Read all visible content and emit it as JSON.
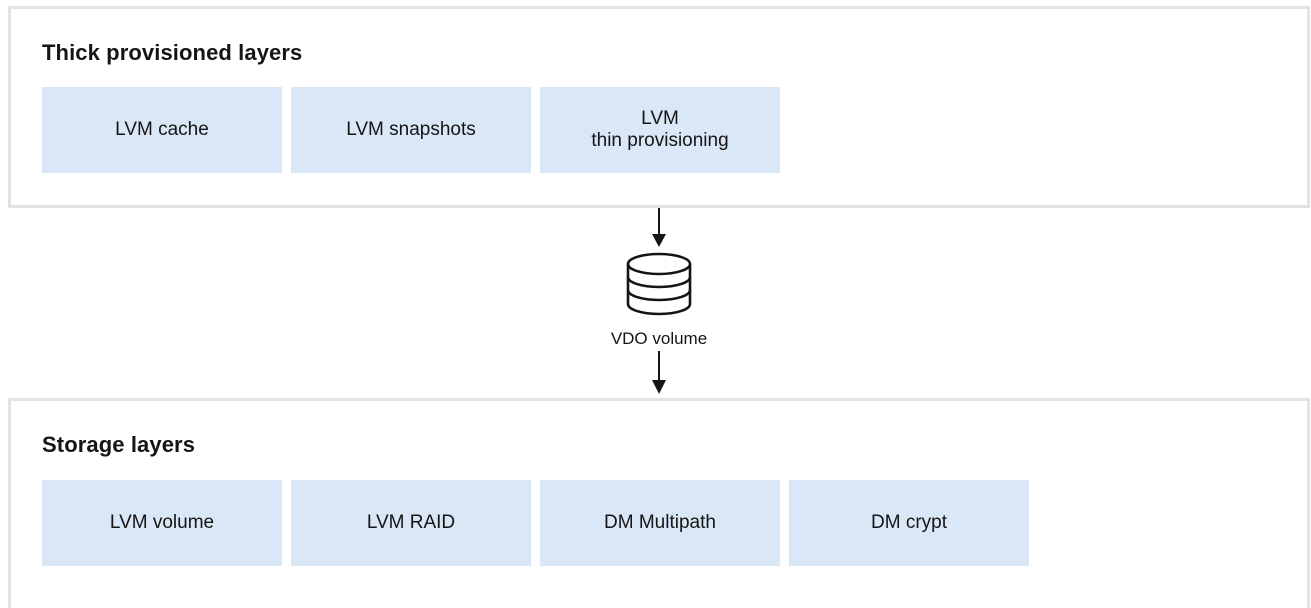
{
  "thick_layers": {
    "title": "Thick provisioned layers",
    "items": [
      {
        "label": "LVM cache"
      },
      {
        "label": "LVM snapshots"
      },
      {
        "label": "LVM\nthin provisioning"
      }
    ]
  },
  "vdo": {
    "label": "VDO volume",
    "icon": "database-icon"
  },
  "storage_layers": {
    "title": "Storage layers",
    "items": [
      {
        "label": "LVM volume"
      },
      {
        "label": "LVM RAID"
      },
      {
        "label": "DM Multipath"
      },
      {
        "label": "DM crypt"
      }
    ]
  },
  "colors": {
    "box_fill": "#d9e7f6",
    "panel_border": "#e3e3e3",
    "text": "#151515"
  }
}
